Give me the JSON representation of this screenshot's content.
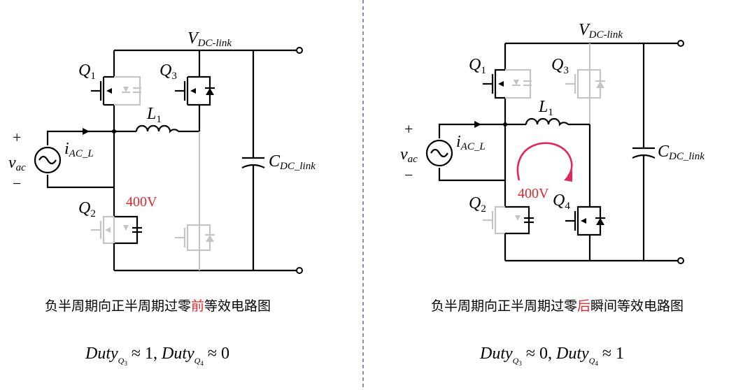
{
  "left": {
    "vdc_label": "V",
    "vdc_sub": "DC-link",
    "cdc_label": "C",
    "cdc_sub": "DC_link",
    "q1": "Q",
    "q1_sub": "1",
    "q2": "Q",
    "q2_sub": "2",
    "q3": "Q",
    "q3_sub": "3",
    "l1": "L",
    "l1_sub": "1",
    "iac": "i",
    "iac_sub": "AC_L",
    "vac": "v",
    "vac_sub": "ac",
    "plus": "+",
    "minus": "−",
    "voltage": "400V",
    "caption_pre": "负半周期向正半周期过零",
    "caption_hl": "前",
    "caption_post": "等效电路图",
    "duty": {
      "d1": "Duty",
      "s1": "Q",
      "s1n": "3",
      "rel1": " ≈ 1, ",
      "d2": "Duty",
      "s2": "Q",
      "s2n": "4",
      "rel2": " ≈ 0"
    }
  },
  "right": {
    "vdc_label": "V",
    "vdc_sub": "DC-link",
    "cdc_label": "C",
    "cdc_sub": "DC_link",
    "q1": "Q",
    "q1_sub": "1",
    "q2": "Q",
    "q2_sub": "2",
    "q3": "Q",
    "q3_sub": "3",
    "q4": "Q",
    "q4_sub": "4",
    "l1": "L",
    "l1_sub": "1",
    "iac": "i",
    "iac_sub": "AC_L",
    "vac": "v",
    "vac_sub": "ac",
    "plus": "+",
    "minus": "−",
    "voltage": "400V",
    "caption_pre": "负半周期向正半周期过零",
    "caption_hl": "后",
    "caption_post": "瞬间等效电路图",
    "duty": {
      "d1": "Duty",
      "s1": "Q",
      "s1n": "3",
      "rel1": " ≈ 0, ",
      "d2": "Duty",
      "s2": "Q",
      "s2n": "4",
      "rel2": " ≈ 1"
    }
  },
  "colors": {
    "active": "#000000",
    "inactive": "#c4c4c4",
    "highlight": "#e0282e",
    "divider": "#4a6fa5"
  }
}
